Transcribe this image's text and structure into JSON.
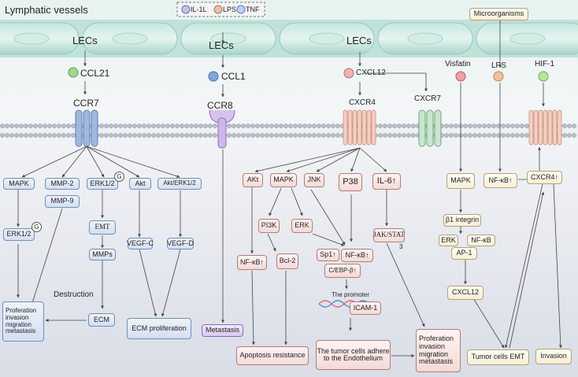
{
  "title": "Lymphatic vessels",
  "legend": [
    "IL-1L",
    "LPS",
    "TNF"
  ],
  "panel1": {
    "lecs": "LECs",
    "ligand": "CCL21",
    "receptor": "CCR7",
    "mapk": "MAPK",
    "mmp2": "MMP-2",
    "mmp9": "MMP-9",
    "erk12": "ERK1/2",
    "g": "G",
    "akt": "Akt",
    "akt_erk": "Akt/ERK1/2",
    "erk12b": "ERK1/2",
    "emt": "EMT",
    "vegfc": "VEGF-C",
    "vegfd": "VEGF-D",
    "mmps": "MMPs",
    "destruction": "Destruction",
    "ecm": "ECM",
    "proferation": "Proferation invasion migration metastasis",
    "ecm_prolif": "ECM proliferation"
  },
  "panel2": {
    "lecs": "LECs",
    "ligand": "CCL1",
    "receptor": "CCR8",
    "metastasis": "Metastasis"
  },
  "panel3": {
    "lecs": "LECs",
    "ligand": "CXCL12",
    "receptor4": "CXCR4",
    "receptor7": "CXCR7",
    "akt": "AKt",
    "mapk": "MAPK",
    "jnk": "JNK",
    "p38": "P38",
    "il6": "IL-6↑",
    "pi3k": "PI3K",
    "erk": "ERK",
    "nfkb": "NF-κB↑",
    "bcl2": "Bcl-2",
    "sp1": "Sp1↑",
    "nfkb2": "NF-κB↑",
    "cebp": "C/EBP-β↑",
    "jak": "JAK/STAT",
    "num3": "3",
    "promoter": "The promoter",
    "icam": "ICAM-1",
    "apoptosis": "Apoptosis resistance",
    "adhere": "The tumor cells adhere to the Endothelium",
    "proferation": "Proferation invasion migration metastasis"
  },
  "panel4": {
    "micro": "Microorganisms",
    "visfatin": "Visfatin",
    "lps": "LPS",
    "hif": "HIF-1",
    "mapk": "MAPK",
    "nfkb": "NF-κB↑",
    "cxcr4": "CXCR4↑",
    "integrin": "β1 integrin",
    "erk": "ERK",
    "nfkb2": "NF-κB",
    "ap1": "AP-1",
    "cxcl12": "CXCL12",
    "emt": "Tumor cells EMT",
    "invasion": "Invasion"
  }
}
